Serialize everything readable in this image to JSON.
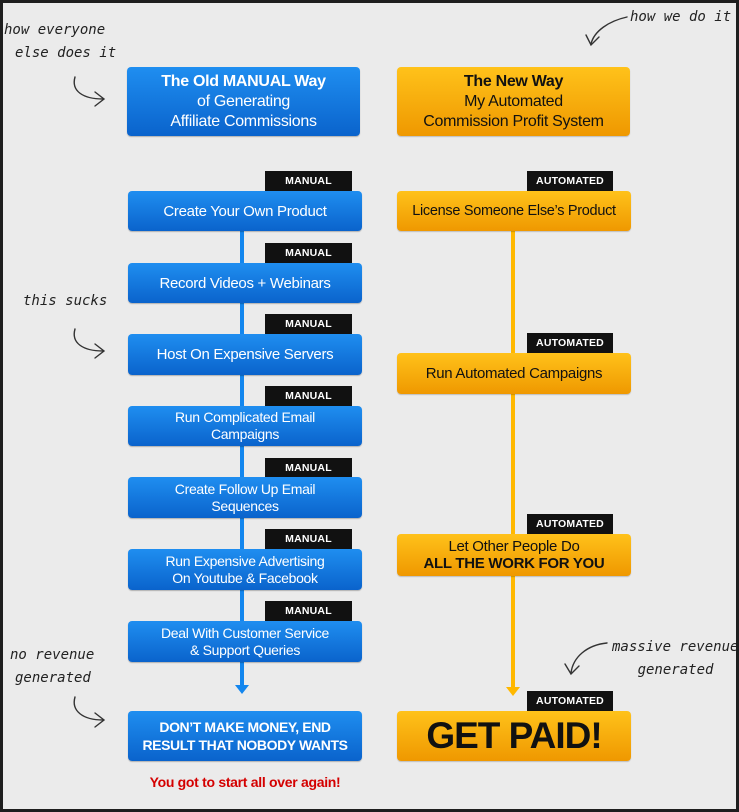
{
  "notes": {
    "how_everyone_line1": "how everyone",
    "how_everyone_line2": "else does it",
    "how_we": "how we do it",
    "this_sucks": "this sucks",
    "no_revenue_line1": "no revenue",
    "no_revenue_line2": "generated",
    "massive_line1": "massive revenue",
    "massive_line2": "generated"
  },
  "old_way": {
    "line1": "The Old MANUAL Way",
    "line2": "of Generating",
    "line3": "Affiliate Commissions"
  },
  "new_way": {
    "line1": "The New Way",
    "line2": "My Automated",
    "line3": "Commission Profit System"
  },
  "manual_tag": "MANUAL",
  "automated_tag": "AUTOMATED",
  "manual_steps": [
    {
      "line1": "Create Your Own Product",
      "line2": ""
    },
    {
      "line1": "Record Videos + Webinars",
      "line2": ""
    },
    {
      "line1": "Host On Expensive Servers",
      "line2": ""
    },
    {
      "line1": "Run Complicated Email",
      "line2": "Campaigns"
    },
    {
      "line1": "Create Follow Up Email",
      "line2": "Sequences"
    },
    {
      "line1": "Run Expensive Advertising",
      "line2": "On Youtube & Facebook"
    },
    {
      "line1": "Deal With Customer Service",
      "line2": "& Support Queries"
    }
  ],
  "automated_steps": [
    {
      "line1": "License Someone Else’s Product",
      "line2": ""
    },
    {
      "line1": "Run Automated Campaigns",
      "line2": ""
    },
    {
      "line1": "Let Other People Do",
      "line2": "ALL THE WORK FOR YOU"
    }
  ],
  "manual_result": {
    "line1": "DON’T MAKE MONEY, END",
    "line2": "RESULT THAT NOBODY WANTS"
  },
  "automated_result": "GET PAID!",
  "footer_warning": "You got to start all over again!",
  "colors": {
    "blue": "#0a63cc",
    "orange": "#ef9800",
    "warning_red": "#d40000",
    "tag_black": "#111111"
  }
}
